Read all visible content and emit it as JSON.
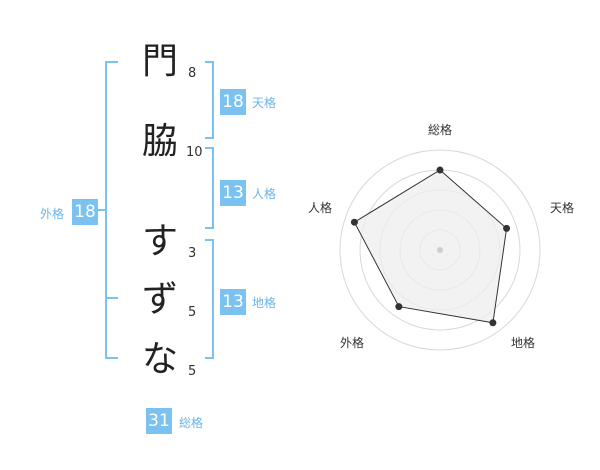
{
  "name_chars": [
    {
      "char": "門",
      "strokes": "8"
    },
    {
      "char": "脇",
      "strokes": "10"
    },
    {
      "char": "す",
      "strokes": "3"
    },
    {
      "char": "ず",
      "strokes": "5"
    },
    {
      "char": "な",
      "strokes": "5"
    }
  ],
  "kakusu": {
    "tenkaku": {
      "value": "18",
      "label": "天格"
    },
    "jinkaku": {
      "value": "13",
      "label": "人格"
    },
    "chikaku": {
      "value": "13",
      "label": "地格"
    },
    "gaikaku": {
      "value": "18",
      "label": "外格"
    },
    "soukaku": {
      "value": "31",
      "label": "総格"
    }
  },
  "colors": {
    "bracket": "#7cc2f0",
    "badge": "#7cc2f0",
    "label": "#68b4ec",
    "radar_fill": "#eeeeee",
    "radar_line": "#333333"
  },
  "chart_data": {
    "type": "radar",
    "axes": [
      "総格",
      "天格",
      "地格",
      "外格",
      "人格"
    ],
    "values": [
      4,
      3.5,
      4.5,
      3.5,
      4.5
    ],
    "max": 5,
    "rings": 5,
    "grid": true
  }
}
